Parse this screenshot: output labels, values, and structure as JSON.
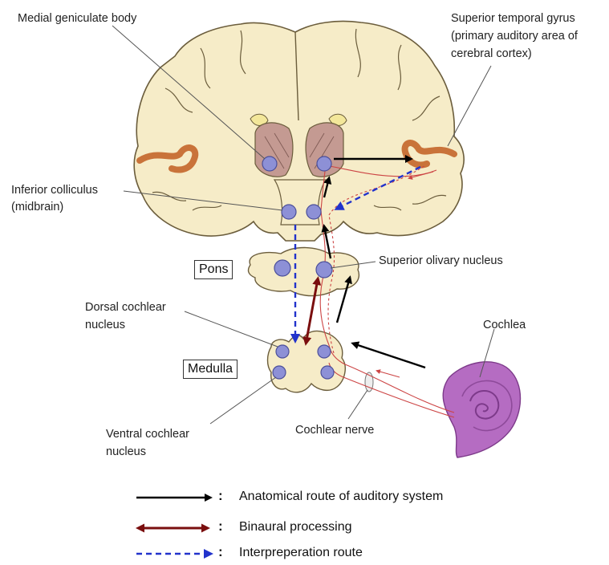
{
  "labels": {
    "medial_geniculate": "Medial geniculate body",
    "superior_temporal_1": "Superior temporal gyrus",
    "superior_temporal_2": "(primary auditory area of",
    "superior_temporal_3": "cerebral cortex)",
    "inferior_colliculus_1": "Inferior colliculus",
    "inferior_colliculus_2": "(midbrain)",
    "pons": "Pons",
    "superior_olivary": "Superior olivary nucleus",
    "dorsal_cochlear_1": "Dorsal cochlear",
    "dorsal_cochlear_2": "nucleus",
    "medulla": "Medulla",
    "cochlea": "Cochlea",
    "ventral_cochlear_1": "Ventral cochlear",
    "ventral_cochlear_2": "nucleus",
    "cochlear_nerve": "Cochlear nerve"
  },
  "legend": {
    "colon": ":",
    "anatomical": "Anatomical route of auditory system",
    "binaural": "Binaural processing",
    "interpretation": "Interpreperation route"
  },
  "colors": {
    "brain_fill": "#f6ecc8",
    "brain_stroke": "#6b5d3c",
    "nucleus_fill": "#8d90d6",
    "thalamus_fill": "#c49a92",
    "cortex_strip": "#c9733a",
    "cochlea_fill": "#b56cc2",
    "anatomical_arrow": "#000000",
    "binaural_arrow": "#7a0e0e",
    "interpretation_arrow": "#2233cc",
    "fiber": "#cc4444"
  }
}
